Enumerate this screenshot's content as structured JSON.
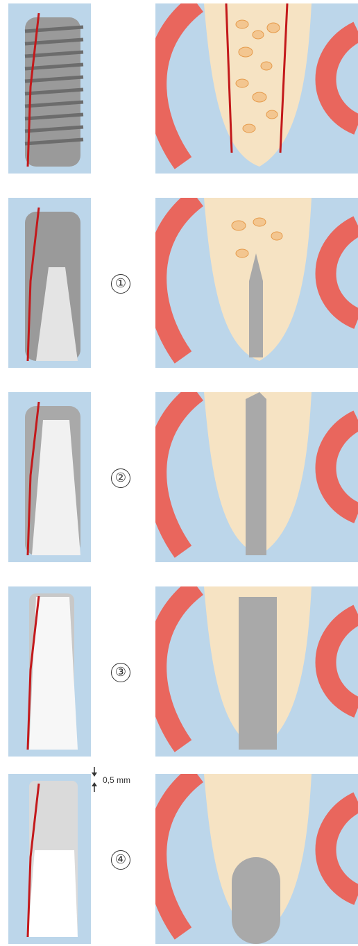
{
  "steps": [
    {
      "number": "",
      "stage": "implant"
    },
    {
      "number": "①",
      "stage": "pilot-drill"
    },
    {
      "number": "②",
      "stage": "twist-drill"
    },
    {
      "number": "③",
      "stage": "final-drill"
    },
    {
      "number": "④",
      "stage": "crestal-countersink"
    }
  ],
  "dimension_label": "0,5 mm",
  "colors": {
    "background": "#bcd6ea",
    "gum": "#e9665d",
    "bone": "#f6e3c3",
    "cancellous": "#f3c690",
    "outline_red": "#c3191b",
    "metal": "#a9a9a9"
  }
}
